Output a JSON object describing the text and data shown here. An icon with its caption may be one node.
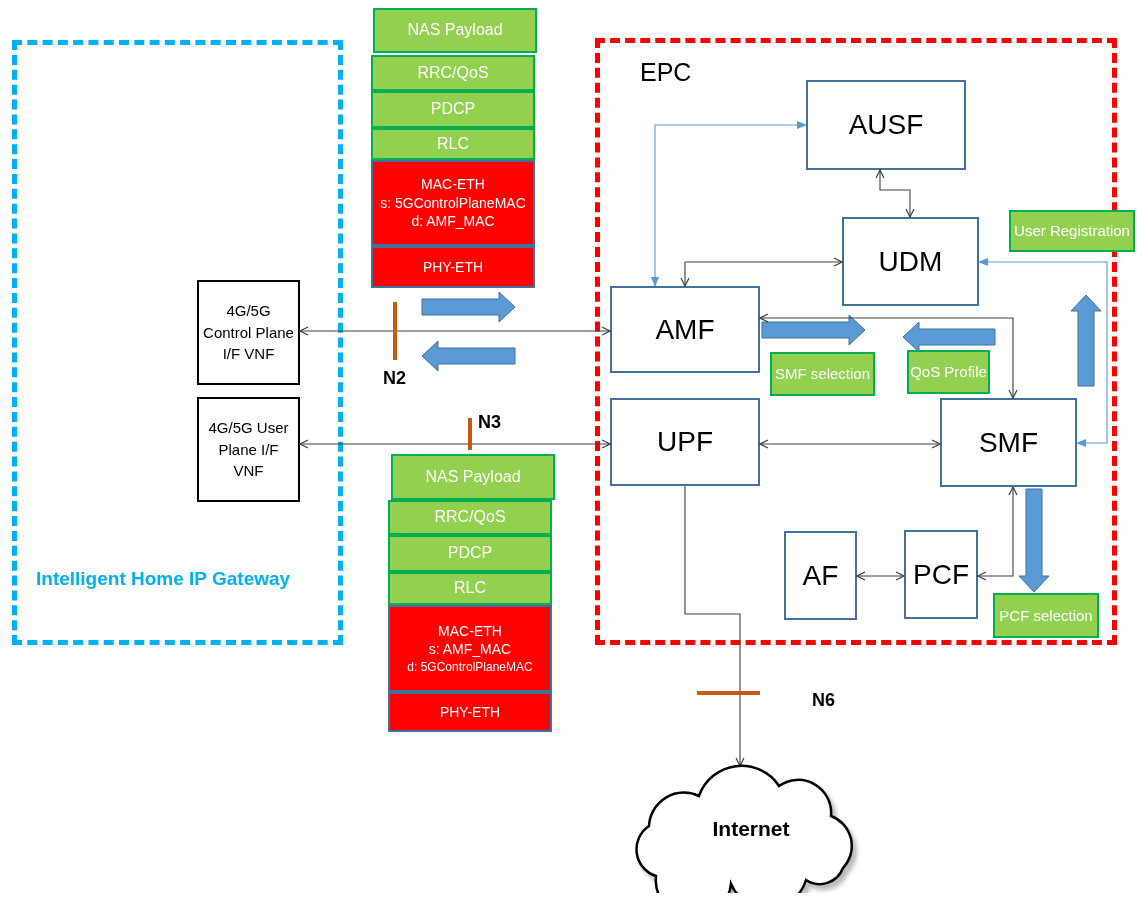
{
  "diagram": {
    "nodes": [
      {
        "text": [
          "Intelligent Home IP Gateway"
        ]
      },
      {
        "text": [
          "4G/5G Control Plane I/F VNF"
        ],
        "in": 0
      },
      {
        "text": [
          "4G/5G User Plane I/F VNF"
        ],
        "in": 0
      },
      {
        "text": [
          "EPC"
        ]
      },
      {
        "text": [
          "AUSF"
        ],
        "in": 3
      },
      {
        "text": [
          "UDM"
        ],
        "in": 3
      },
      {
        "text": [
          "AMF"
        ],
        "in": 3
      },
      {
        "text": [
          "UPF"
        ],
        "in": 3
      },
      {
        "text": [
          "SMF"
        ],
        "in": 3
      },
      {
        "text": [
          "AF"
        ],
        "in": 3
      },
      {
        "text": [
          "PCF"
        ],
        "in": 3
      },
      {
        "text": [
          "User Registration"
        ]
      },
      {
        "text": [
          "SMF selection"
        ],
        "in": 3
      },
      {
        "text": [
          "QoS Profile"
        ],
        "in": 3
      },
      {
        "text": [
          "PCF selection"
        ],
        "in": 3
      },
      {
        "text": [
          "Internet"
        ]
      },
      {
        "text": [
          "NAS Payload"
        ]
      },
      {
        "text": [
          "RRC/QoS"
        ]
      },
      {
        "text": [
          "PDCP"
        ]
      },
      {
        "text": [
          "RLC"
        ]
      },
      {
        "text": [
          "MAC-ETH",
          "s: 5GControlPlaneMAC",
          "d: AMF_MAC"
        ]
      },
      {
        "text": [
          "PHY-ETH"
        ]
      },
      {
        "text": [
          "NAS Payload"
        ]
      },
      {
        "text": [
          "RRC/QoS"
        ]
      },
      {
        "text": [
          "PDCP"
        ]
      },
      {
        "text": [
          "RLC"
        ]
      },
      {
        "text": [
          "MAC-ETH",
          "s: AMF_MAC",
          "d: 5GControlPlaneMAC"
        ]
      },
      {
        "text": [
          "PHY-ETH"
        ]
      }
    ],
    "edges": [
      {
        "from": 6,
        "to": 1,
        "arrow": "both"
      },
      {
        "from": 7,
        "to": 2,
        "arrow": "both"
      },
      {
        "from": 6,
        "to": 4,
        "arrow": "both",
        "color": "#5b9bd5"
      },
      {
        "from": 4,
        "to": 5,
        "arrow": "both"
      },
      {
        "from": 6,
        "to": 5,
        "arrow": "both"
      },
      {
        "from": 6,
        "to": 8,
        "arrow": "both"
      },
      {
        "from": 7,
        "to": 8,
        "arrow": "both"
      },
      {
        "from": 5,
        "to": 8,
        "arrow": "both",
        "color": "#5b9bd5"
      },
      {
        "from": 9,
        "to": 10,
        "arrow": "both"
      },
      {
        "from": 10,
        "to": 8,
        "arrow": "both"
      },
      {
        "from": 7,
        "to": 15,
        "arrow": "to"
      },
      {
        "from": 6,
        "to": null,
        "arrow": "to",
        "style": "thick",
        "color": "#5b9bd5"
      },
      {
        "from": 13,
        "to": null,
        "arrow": "to",
        "style": "thick",
        "color": "#5b9bd5"
      },
      {
        "from": 8,
        "to": 14,
        "arrow": "to",
        "style": "thick",
        "color": "#5b9bd5"
      }
    ],
    "labels": [
      "N2",
      "N3",
      "N6"
    ]
  }
}
